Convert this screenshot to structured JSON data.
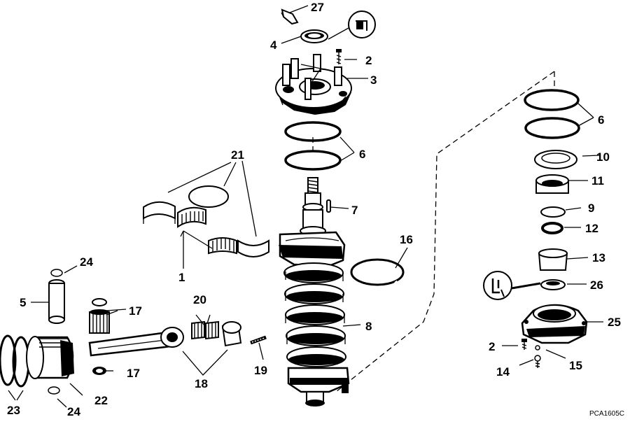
{
  "diagram": {
    "labels": {
      "l1": "1",
      "l2a": "2",
      "l2b": "2",
      "l3": "3",
      "l4": "4",
      "l5": "5",
      "l6a": "6",
      "l6b": "6",
      "l7": "7",
      "l8": "8",
      "l9": "9",
      "l10": "10",
      "l11": "11",
      "l12": "12",
      "l13": "13",
      "l14": "14",
      "l15": "15",
      "l16": "16",
      "l17a": "17",
      "l17b": "17",
      "l18": "18",
      "l19": "19",
      "l20": "20",
      "l21": "21",
      "l22": "22",
      "l23": "23",
      "l24a": "24",
      "l24b": "24",
      "l25": "25",
      "l26": "26",
      "l27": "27"
    },
    "figure_code": "PCA1605C"
  }
}
